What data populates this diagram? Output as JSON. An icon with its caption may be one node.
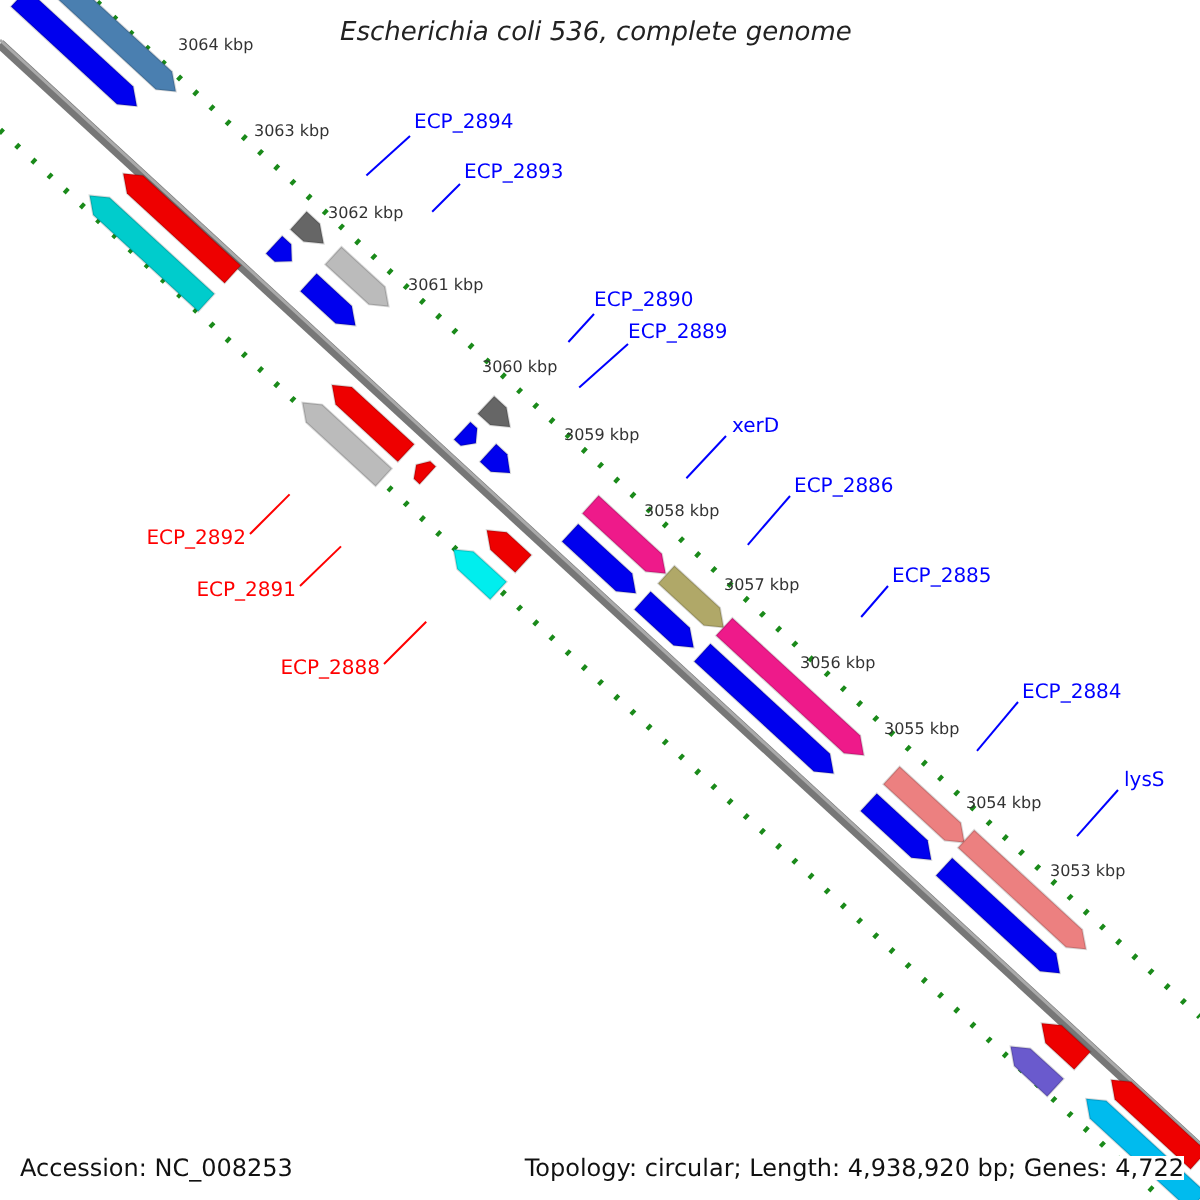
{
  "diagram": {
    "title": "Escherichia coli 536, complete genome",
    "nodes": [
      {
        "text": [
          "ECP_2894"
        ]
      },
      {
        "text": [
          "ECP_2893"
        ]
      },
      {
        "text": [
          "ECP_2890"
        ]
      },
      {
        "text": [
          "ECP_2889"
        ]
      },
      {
        "text": [
          "xerD"
        ]
      },
      {
        "text": [
          "ECP_2886"
        ]
      },
      {
        "text": [
          "ECP_2892"
        ]
      },
      {
        "text": [
          "ECP_2885"
        ]
      },
      {
        "text": [
          "ECP_2891"
        ]
      },
      {
        "text": [
          "ECP_2888"
        ]
      },
      {
        "text": [
          "ECP_2884"
        ]
      },
      {
        "text": [
          "lysS"
        ]
      }
    ],
    "edges": [
      {
        "from": 0,
        "to": null,
        "arrow": "none"
      },
      {
        "from": 1,
        "to": null,
        "arrow": "none"
      },
      {
        "from": 2,
        "to": null,
        "arrow": "none"
      },
      {
        "from": 3,
        "to": null,
        "arrow": "none"
      },
      {
        "from": 4,
        "to": null,
        "arrow": "none"
      },
      {
        "from": 5,
        "to": null,
        "arrow": "none"
      },
      {
        "from": 6,
        "to": null,
        "arrow": "none",
        "color": "#ff0000"
      },
      {
        "from": 7,
        "to": null,
        "arrow": "none"
      },
      {
        "from": 8,
        "to": null,
        "arrow": "none",
        "color": "#ff0000"
      },
      {
        "from": 9,
        "to": null,
        "arrow": "none",
        "color": "#ff0000"
      },
      {
        "from": 10,
        "to": null,
        "arrow": "none"
      },
      {
        "from": 11,
        "to": null,
        "arrow": "none"
      }
    ],
    "labels": [
      "3064 kbp",
      "3063 kbp",
      "3062 kbp",
      "3061 kbp",
      "3060 kbp",
      "3059 kbp",
      "3058 kbp",
      "3057 kbp",
      "3056 kbp",
      "3055 kbp",
      "3054 kbp",
      "3053 kbp",
      "Accession: NC_008253",
      "Topology: circular; Length: 4,938,920 bp; Genes: 4,722"
    ]
  }
}
